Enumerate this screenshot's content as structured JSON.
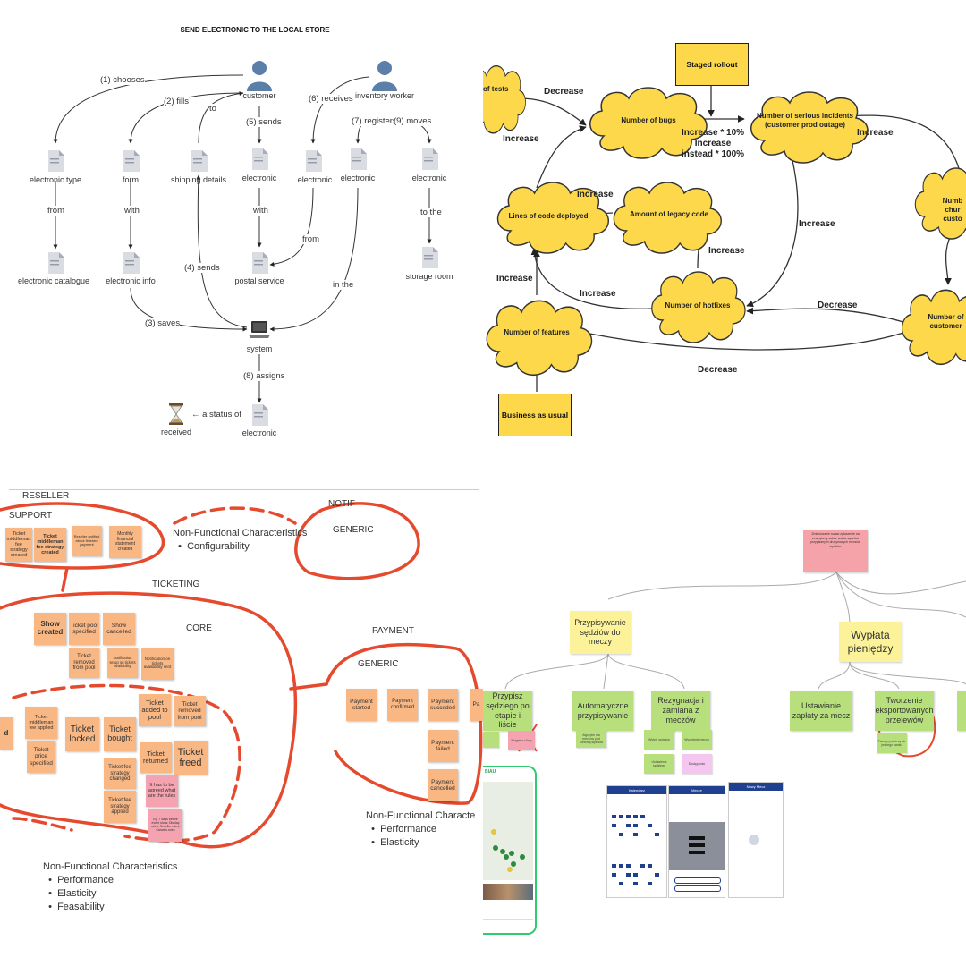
{
  "colors": {
    "cloud": "#fcd84a",
    "sticky_orange": "#f9b783",
    "sticky_pink": "#f5a3b0",
    "sticky_green": "#b7e07c",
    "sticky_yellow": "#fbf29a",
    "marker_red": "#e64a2e"
  },
  "q1": {
    "title": "SEND ELECTRONIC TO THE LOCAL STORE",
    "nodes": {
      "customer": "customer",
      "inventory_worker": "inventory worker",
      "electronic_type": "electronic type",
      "form": "form",
      "shipping_details": "shipping details",
      "electronic_a": "electronic",
      "electronic_b": "electronic",
      "electronic_c": "electronic",
      "electronic_d": "electronic",
      "electronic_catalogue": "electronic catalogue",
      "electronic_info": "electronic info",
      "postal_service": "postal service",
      "storage_room": "storage room",
      "system": "system",
      "electronic_e": "electronic",
      "received": "received"
    },
    "edges": {
      "chooses": "(1) chooses",
      "fills": "(2) fills",
      "to": "to",
      "sends5": "(5) sends",
      "receives": "(6) receives",
      "registers": "(7) registers",
      "moves": "(9) moves",
      "from1": "from",
      "with1": "with",
      "with2": "with",
      "from2": "from",
      "to_the": "to the",
      "sends4": "(4) sends",
      "in_the": "in the",
      "saves": "(3) saves",
      "assigns": "(8) assigns",
      "status_of": "← a status of"
    },
    "icons": {
      "person": "person-icon",
      "document": "document-icon",
      "laptop": "laptop-icon",
      "hourglass": "hourglass-icon"
    }
  },
  "q2": {
    "clouds": {
      "tests": "of tests",
      "bugs": "Number of bugs",
      "incidents": "Number of serious incidents (customer prod outage)",
      "churn": "Numb chur custo",
      "lines": "Lines of code deployed",
      "legacy": "Amount of legacy code",
      "hotfixes": "Number of hotfixes",
      "features": "Number of features",
      "customers": "Number of customer"
    },
    "boxes": {
      "staged": "Staged rollout",
      "business": "Business as usual"
    },
    "edges": {
      "e1": "Decrease",
      "e2": "Increase",
      "e3": "Increase * 10%\nIncrease\ninstead * 100%",
      "e4": "Increase",
      "e5": "Increase",
      "e6": "Increase",
      "e7": "Increase",
      "e8": "Increase",
      "e9": "Increase",
      "e10": "Decrease",
      "e11": "Decrease"
    }
  },
  "q3": {
    "labels": {
      "reseller": "RESELLER",
      "support": "SUPPORT",
      "notif": "NOTIF",
      "generic1": "GENERIC",
      "ticketing": "TICKETING",
      "core": "CORE",
      "payment": "PAYMENT",
      "generic2": "GENERIC"
    },
    "nfc1": {
      "title": "Non-Functional Characteristics",
      "items": [
        "Configurability"
      ]
    },
    "nfc2": {
      "title": "Non-Functional Characte",
      "items": [
        "Performance",
        "Elasticity"
      ]
    },
    "nfc3": {
      "title": "Non-Functional Characteristics",
      "items": [
        "Performance",
        "Elasticity",
        "Feasability"
      ]
    },
    "support_stickies": [
      "Ticket middleman fee strategy created",
      "Ticket middleman fee strategy created",
      "Reseller notified about finished payment",
      "Monthly financial statement created"
    ],
    "core_stickies": [
      "Show created",
      "Ticket pool specified",
      "Show cancelled",
      "Ticket removed from pool",
      "Notification setup on tickets availability",
      "Notification on tickets availability sent"
    ],
    "inner_stickies": [
      "d",
      "Ticket middleman fee applied",
      "Ticket price specified",
      "Ticket locked",
      "Ticket bought",
      "Ticket added to pool",
      "Ticket removed from pool",
      "Ticket returned",
      "Ticket freed",
      "Ticket fee strategy changed",
      "Ticket fee strategy applied",
      "It has to be agreed what are the rules",
      "Eg. 7 days before event show, Display rules, Reseller rules, Cancels rules"
    ],
    "payment_stickies": [
      "Payment started",
      "Payment confirmed",
      "Payment succeded",
      "Pa",
      "Payment failed",
      "Payment cancelled"
    ]
  },
  "q4": {
    "top_note": "Zmieniczanie rozaw zgłoszenie na zewnętrzny zakaz wstaw sędziów przypisanych drużynowych meczów sędziów",
    "assign_title": "Przypisywanie sędziów do meczy",
    "payout_title": "Wypłata pieniędzy",
    "sub": {
      "manual": "Przypisz sędziego po etapie i liście",
      "auto": "Automatyczne przypisywanie",
      "resign": "Rezygnacja i zamiana z meczów",
      "rate": "Ustawianie zapłaty za mecz",
      "export": "Tworzenie eksportowanych przelewów"
    },
    "notes": {
      "n1": "Przypisz z listy",
      "n2": "Algorytm dla meczów pod kontrolą sędziów",
      "n3": "Wybór sędziów",
      "n4": "Wycofanie meczu",
      "n5": "Ustawienie sędziego",
      "n6": "Dostępność",
      "n7": "Tworzy przelewy do jednego banku"
    },
    "app_name": "BIAU",
    "phone_titles": [
      "Kalendarz",
      "Mecze",
      "Nowy Mecz"
    ]
  }
}
